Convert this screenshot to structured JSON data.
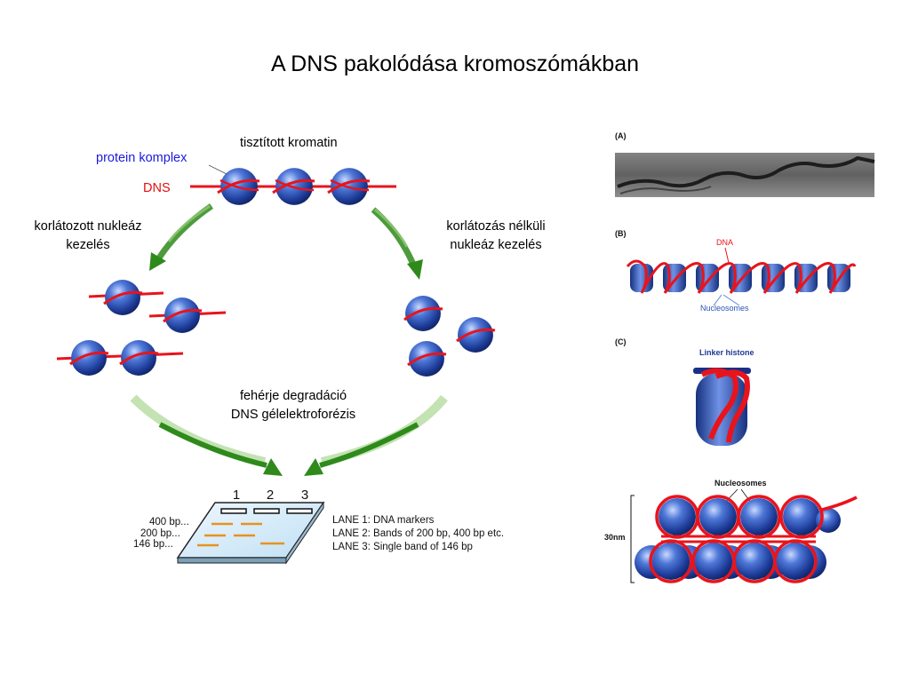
{
  "title": "A DNS pakolódása kromoszómákban",
  "labels": {
    "purified_chromatin": "tisztított kromatin",
    "protein_complex": "protein komplex",
    "dns": "DNS",
    "limited_nuclease_1": "korlátozott nukleáz",
    "limited_nuclease_2": "kezelés",
    "unlimited_nuclease_1": "korlátozás nélküli",
    "unlimited_nuclease_2": "nukleáz kezelés",
    "protein_degradation": "fehérje degradáció",
    "gel_electrophoresis": "DNS gélelektroforézis"
  },
  "gel": {
    "lanes": [
      "1",
      "2",
      "3"
    ],
    "size_labels": [
      "400 bp...",
      "200 bp...",
      "146 bp..."
    ],
    "legend": [
      "LANE 1:  DNA markers",
      "LANE 2:  Bands of 200 bp, 400 bp etc.",
      "LANE 3:  Single band of 146 bp"
    ]
  },
  "panels": {
    "a": "(A)",
    "b": "(B)",
    "b_dna": "DNA",
    "b_nucleosomes": "Nucleosomes",
    "c": "(C)",
    "c_linker": "Linker histone",
    "d_nucleosomes": "Nucleosomes",
    "d_scale": "30nm"
  },
  "colors": {
    "dna": "#e8141c",
    "nucleosome": "#2a55b8",
    "arrow": "#2f8a1c",
    "label_blue": "#1a1adc",
    "label_red": "#e01010"
  }
}
